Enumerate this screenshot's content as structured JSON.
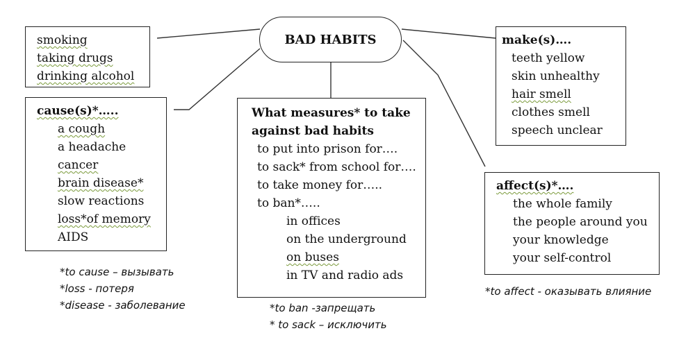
{
  "title": "BAD HABITS",
  "habits": [
    "smoking",
    "taking drugs",
    "drinking alcohol"
  ],
  "causes": {
    "heading": "cause(s)*…..",
    "items": [
      "a cough",
      "a headache",
      "cancer",
      "brain disease*",
      "slow reactions",
      "loss*of memory",
      "AIDS"
    ]
  },
  "measures": {
    "heading_line1": "What measures* to take",
    "heading_line2": "against bad habits",
    "items": [
      "to put into prison for….",
      "to sack* from school for….",
      "to take money for…..",
      "to ban*….."
    ],
    "ban_items": [
      "in offices",
      "on the underground",
      "on buses",
      "in TV and radio ads"
    ]
  },
  "makes": {
    "heading": "make(s)….",
    "items": [
      "teeth yellow",
      "skin unhealthy",
      "hair smell",
      "clothes smell",
      "speech unclear"
    ]
  },
  "affects": {
    "heading": "affect(s)*….",
    "items": [
      "the whole family",
      "the people around you",
      "your knowledge",
      "your self-control"
    ]
  },
  "notes_left": [
    "*to cause – вызывать",
    "*loss -   потеря",
    "*disease -  заболевание"
  ],
  "notes_center": [
    "*to ban -запрещать",
    "* to sack – исключить"
  ],
  "notes_right": [
    "*to affect - оказывать влияние"
  ]
}
